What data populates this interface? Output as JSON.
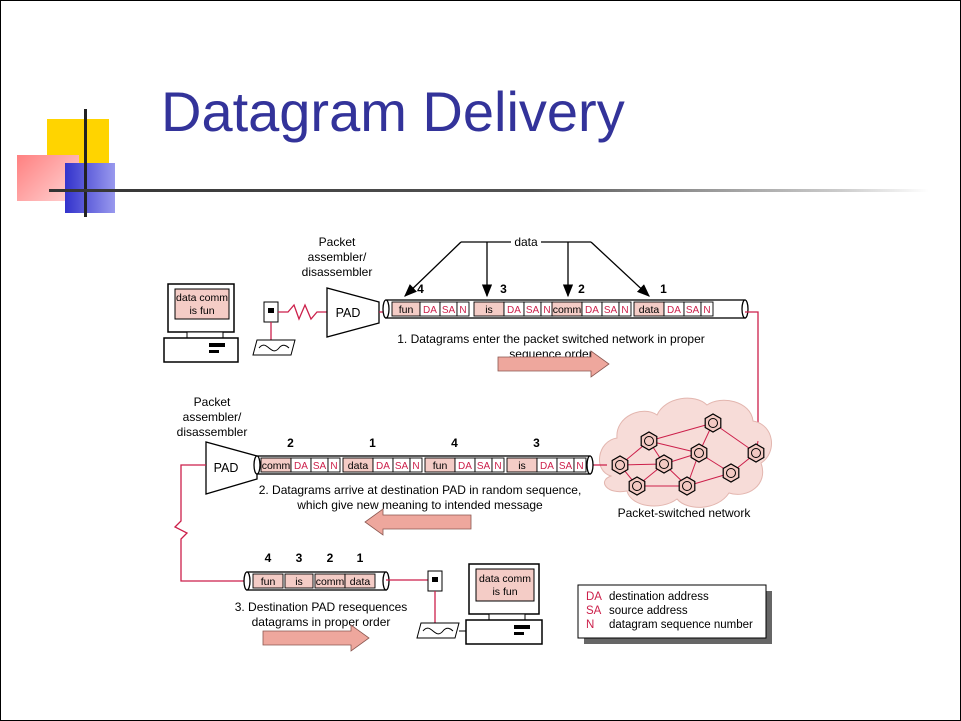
{
  "slide": {
    "title": "Datagram Delivery"
  },
  "diagram": {
    "pad_label": "PAD",
    "pad_caption": [
      "Packet",
      "assembler/",
      "disassembler"
    ],
    "data_label": "data",
    "terminal_text": [
      "data comm",
      "is fun"
    ],
    "fields": {
      "da": "DA",
      "sa": "SA",
      "n": "N"
    },
    "network_label": "Packet-switched network",
    "row1": {
      "numbers": [
        "4",
        "3",
        "2",
        "1"
      ],
      "words": [
        "fun",
        "is",
        "comm",
        "data"
      ],
      "caption": [
        "1.  Datagrams enter the packet switched network in proper",
        "sequence order"
      ]
    },
    "row2": {
      "numbers": [
        "2",
        "1",
        "4",
        "3"
      ],
      "words": [
        "comm",
        "data",
        "fun",
        "is"
      ],
      "caption": [
        "2.  Datagrams arrive at destination PAD in random sequence,",
        "which give new meaning to intended message"
      ]
    },
    "row3": {
      "numbers": [
        "4",
        "3",
        "2",
        "1"
      ],
      "words": [
        "fun",
        "is",
        "comm",
        "data"
      ],
      "caption": [
        "3.  Destination PAD resequences",
        "datagrams in proper order"
      ]
    },
    "legend": [
      {
        "abbr": "DA",
        "desc": "destination address"
      },
      {
        "abbr": "SA",
        "desc": "source address"
      },
      {
        "abbr": "N",
        "desc": "datagram sequence number"
      }
    ]
  },
  "colors": {
    "title": "#33339a",
    "packet_fill": "#f4ccc6",
    "accent_red": "#cc1f4a",
    "arrow_fill": "#eea79d",
    "hexagon_fill": "#f3c9c2"
  }
}
